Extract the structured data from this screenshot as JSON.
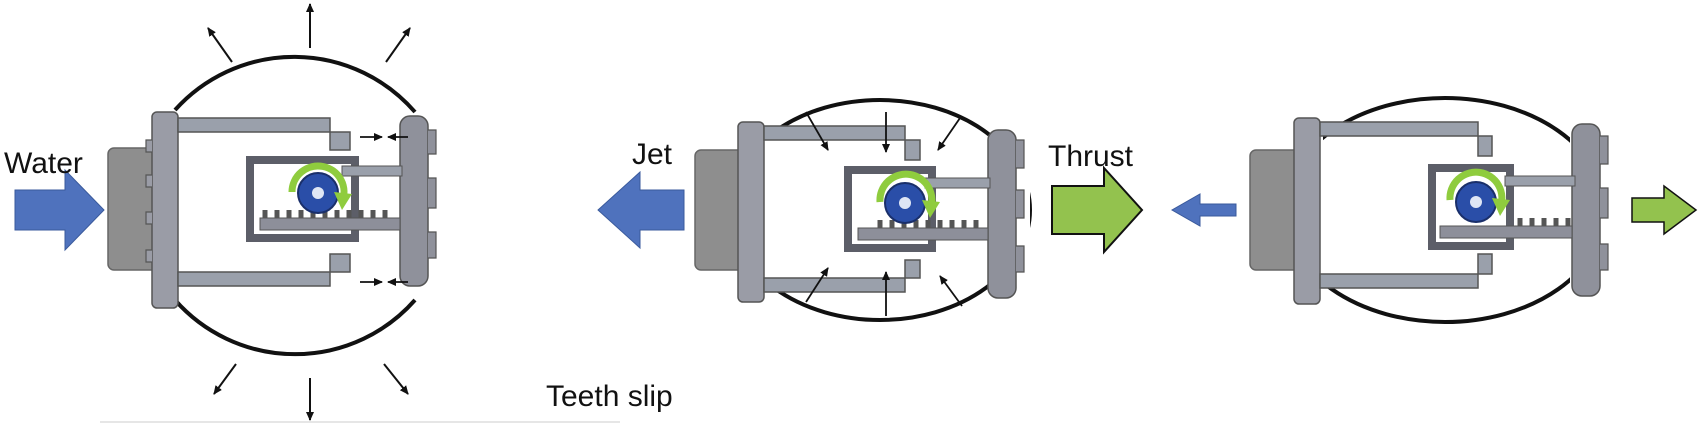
{
  "labels": {
    "water": "Water",
    "jet": "Jet",
    "thrust": "Thrust",
    "teeth_slip": "Teeth slip"
  },
  "colors": {
    "blue_arrow": "#4f72bd",
    "green_arrow": "#93c24e",
    "frame_gray": "#8d8f9a",
    "frame_dark": "#5c5e68",
    "nozzle_gray": "#8e8e8e",
    "gear_blue": "#2a4ea8",
    "rotation_green": "#8fcc3e",
    "membrane": "#111111"
  },
  "icons": {
    "flow": "arrow-right",
    "jet": "arrow-left",
    "thrust": "arrow-right",
    "rotation": "circular-arrow"
  }
}
